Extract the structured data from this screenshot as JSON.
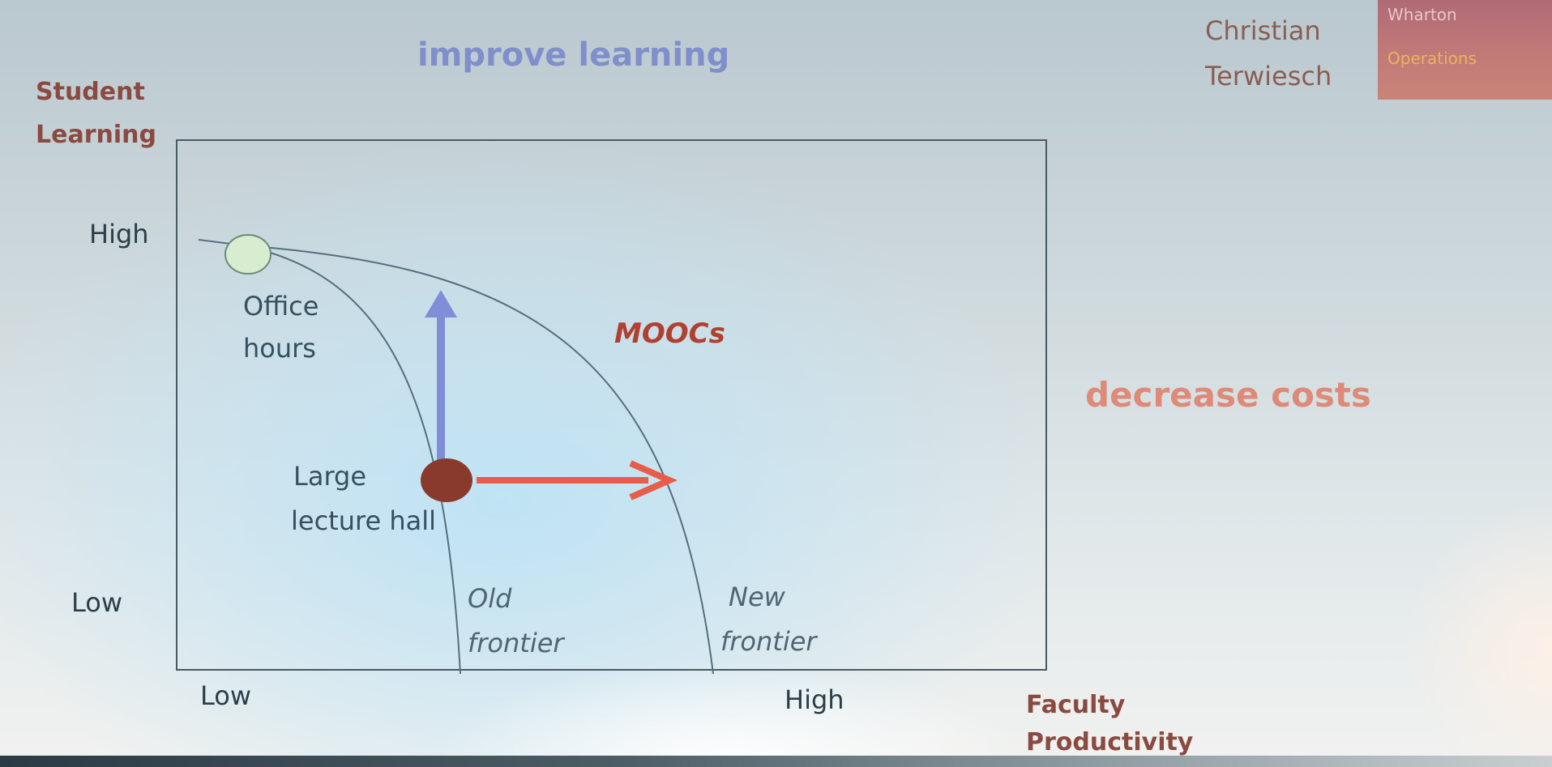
{
  "slide": {
    "author_first": "Christian",
    "author_last": "Terwiesch",
    "logo_line1": "Wharton",
    "logo_line2": "Operations",
    "goal_top": "improve learning",
    "goal_right": "decrease costs"
  },
  "axes": {
    "y_title_line1": "Student",
    "y_title_line2": "Learning",
    "y_high": "High",
    "y_low": "Low",
    "x_low": "Low",
    "x_high": "High",
    "x_title_line1": "Faculty",
    "x_title_line2": "Productivity"
  },
  "diagram": {
    "office_hours_line1": "Office",
    "office_hours_line2": "hours",
    "lecture_line1": "Large",
    "lecture_line2": "lecture hall",
    "moocs": "MOOCs",
    "old_frontier_line1": "Old",
    "old_frontier_line2": "frontier",
    "new_frontier_line1": "New",
    "new_frontier_line2": "frontier"
  },
  "colors": {
    "arrow_up": "#7f8ed6",
    "arrow_right": "#e85c4a",
    "office_hours_node": "#d8ecd0",
    "lecture_node": "#8a3a2c",
    "frame": "#4a5a62"
  }
}
